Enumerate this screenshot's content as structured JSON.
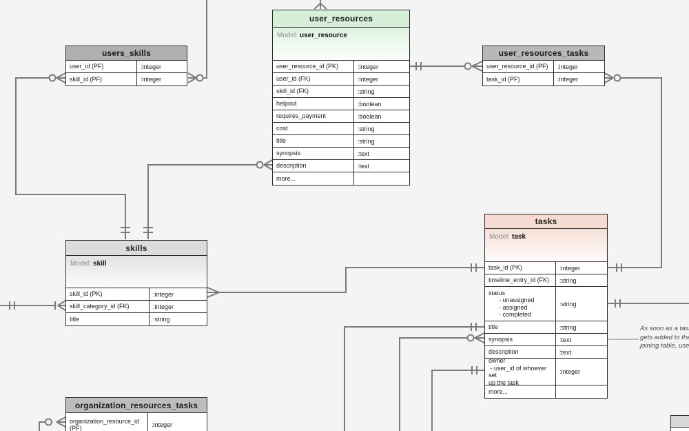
{
  "diagram": {
    "background_color": "#f4f4f4",
    "line_color": "#7a7a7a",
    "annotation": "As soon as a task\ngets added to the\njoining table, user"
  },
  "tables": {
    "users_skills": {
      "title": "users_skills",
      "header_color": "#b0b0b0",
      "rows": [
        {
          "field": "user_id (PF)",
          "type": ":integer"
        },
        {
          "field": "skill_id (PF)",
          "type": ":integer"
        }
      ]
    },
    "user_resources": {
      "title": "user_resources",
      "header_color": "#d5efd9",
      "model_label": "Model:",
      "model_name": "user_resource",
      "rows": [
        {
          "field": "user_resource_id (PK)",
          "type": ":integer"
        },
        {
          "field": "user_id (FK)",
          "type": ":integer"
        },
        {
          "field": "skill_id (FK)",
          "type": ":string"
        },
        {
          "field": "helpout",
          "type": ":boolean"
        },
        {
          "field": "requires_payment",
          "type": ":boolean"
        },
        {
          "field": "cost",
          "type": ":string"
        },
        {
          "field": "title",
          "type": ":string"
        },
        {
          "field": "synopsis",
          "type": ":text"
        },
        {
          "field": "description",
          "type": ":text"
        },
        {
          "field": "more...",
          "type": ""
        }
      ]
    },
    "user_resources_tasks": {
      "title": "user_resources_tasks",
      "header_color": "#b8b8b8",
      "rows": [
        {
          "field": "user_resource_id (PF)",
          "type": ":integer"
        },
        {
          "field": "task_id (PF)",
          "type": ":integer"
        }
      ]
    },
    "skills": {
      "title": "skills",
      "header_color": "#dcdcdc",
      "model_label": "Model:",
      "model_name": "skill",
      "rows": [
        {
          "field": "skill_id (PK)",
          "type": ":integer"
        },
        {
          "field": "skill_category_id (FK)",
          "type": ":integer"
        },
        {
          "field": "title",
          "type": ":string"
        }
      ]
    },
    "tasks": {
      "title": "tasks",
      "header_color": "#f5dbd1",
      "model_label": "Model:",
      "model_name": "task",
      "rows": [
        {
          "field": "task_id (PK)",
          "type": ":integer"
        },
        {
          "field": "timeline_entry_id (FK)",
          "type": ":string"
        },
        {
          "field": "status\n      - unassigned\n      - assigned\n      - completed",
          "type": ":string"
        },
        {
          "field": "title",
          "type": ":string"
        },
        {
          "field": "synopsis",
          "type": ":text"
        },
        {
          "field": "description",
          "type": ":text"
        },
        {
          "field": "owner\n - user_id of whoever set\nup the task",
          "type": ":integer"
        },
        {
          "field": "more...",
          "type": ""
        }
      ]
    },
    "organization_resources_tasks": {
      "title": "organization_resources_tasks",
      "header_color": "#bdbdbd",
      "rows": [
        {
          "field": "organization_resource_id (PF)",
          "type": ":integer"
        }
      ]
    }
  }
}
